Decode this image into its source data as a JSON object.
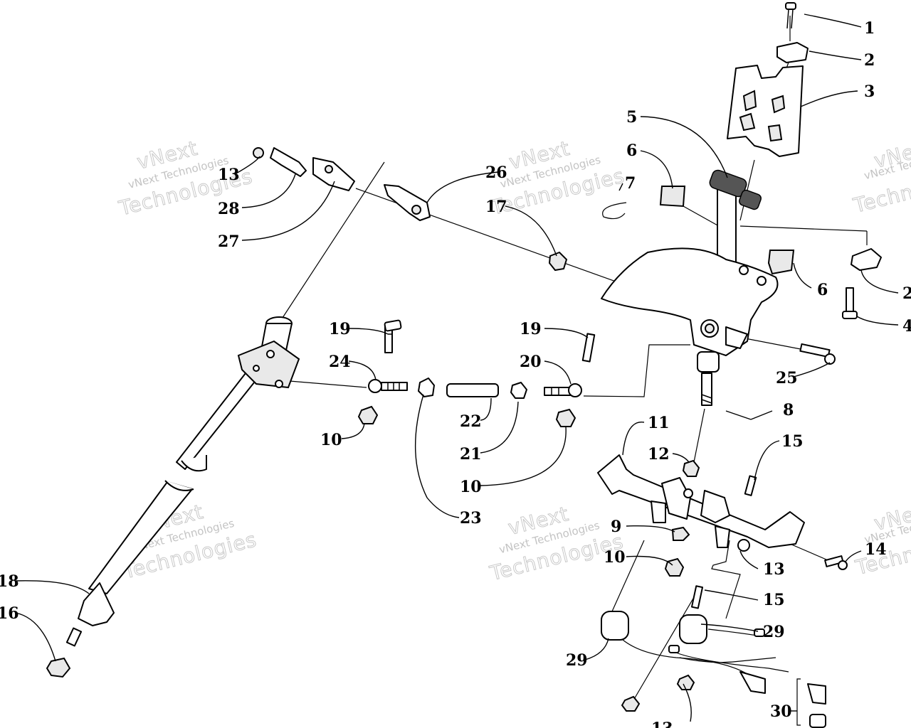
{
  "watermark": {
    "line1": "vNext",
    "line2": "vNext Technologies",
    "line3": "Technologies"
  },
  "callouts": {
    "c1": "1",
    "c2": "2",
    "c3": "3",
    "c4": "4",
    "c5": "5",
    "c6": "6",
    "c7": "7",
    "c8": "8",
    "c9": "9",
    "c10": "10",
    "c11": "11",
    "c12": "12",
    "c13": "13",
    "c14": "14",
    "c15": "15",
    "c16": "16",
    "c17": "17",
    "c18": "18",
    "c19": "19",
    "c20": "20",
    "c21": "21",
    "c22": "22",
    "c23": "23",
    "c24": "24",
    "c25": "25",
    "c26": "26",
    "c27": "27",
    "c28": "28",
    "c29": "29",
    "c30": "30"
  }
}
